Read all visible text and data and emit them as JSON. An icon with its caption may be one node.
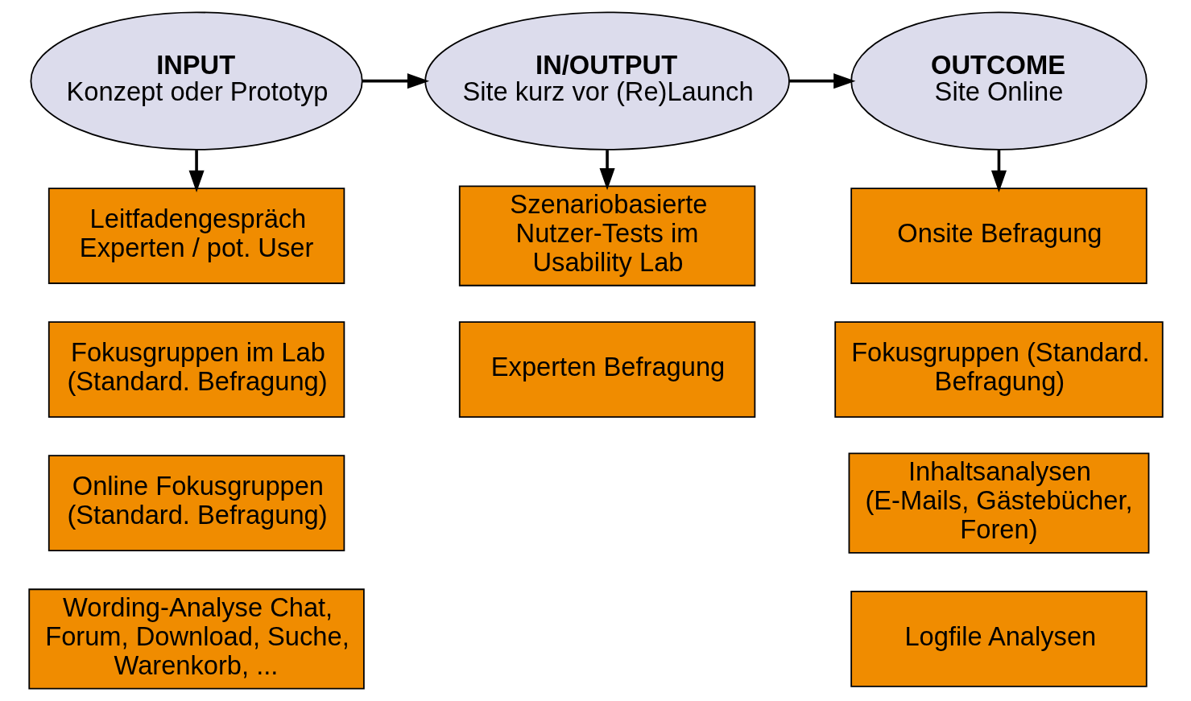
{
  "diagram": {
    "nodes": [
      {
        "text": [
          "INPUT",
          "Konzept oder Prototyp"
        ]
      },
      {
        "text": [
          "IN/OUTPUT",
          "Site kurz vor (Re)Launch"
        ]
      },
      {
        "text": [
          "OUTCOME",
          "Site Online"
        ]
      },
      {
        "text": [
          "Leitfadengespräch Experten / pot. User"
        ]
      },
      {
        "text": [
          "Szenariobasierte Nutzer-Tests im Usability Lab"
        ]
      },
      {
        "text": [
          "Onsite Befragung"
        ]
      },
      {
        "text": [
          "Fokusgruppen im Lab (Standard. Befragung)"
        ]
      },
      {
        "text": [
          "Experten Befragung"
        ]
      },
      {
        "text": [
          "Fokusgruppen (Standard. Befragung)"
        ]
      },
      {
        "text": [
          "Online Fokusgruppen (Standard. Befragung)"
        ]
      },
      {
        "text": [
          "Inhaltsanalysen (E-Mails, Gästebücher, Foren)"
        ]
      },
      {
        "text": [
          "Wording-Analyse Chat, Forum, Download, Suche, Warenkorb, ..."
        ]
      },
      {
        "text": [
          "Logfile Analysen"
        ]
      }
    ],
    "edges": [
      {
        "from": 0,
        "to": 1,
        "arrow": "to"
      },
      {
        "from": 1,
        "to": 2,
        "arrow": "to"
      },
      {
        "from": 0,
        "to": 3,
        "arrow": "to"
      },
      {
        "from": 1,
        "to": 4,
        "arrow": "to"
      },
      {
        "from": 2,
        "to": 5,
        "arrow": "to"
      }
    ]
  }
}
